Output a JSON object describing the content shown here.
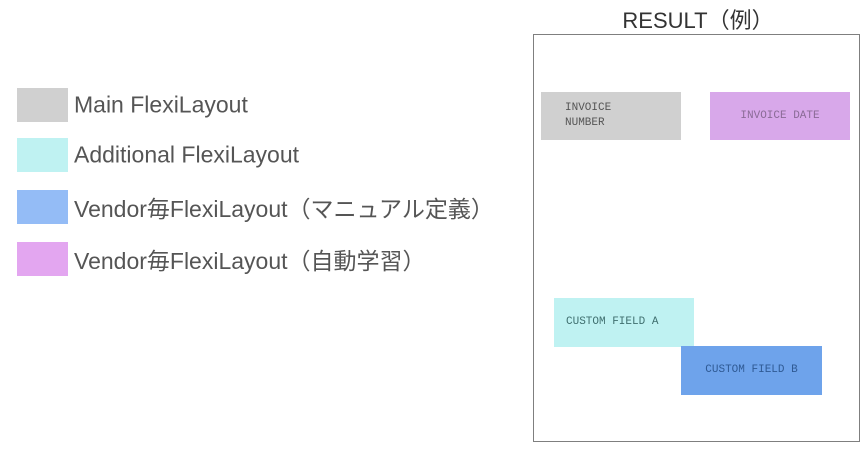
{
  "legend": {
    "items": [
      {
        "label": "Main FlexiLayout",
        "color": "#d0d0d0"
      },
      {
        "label": "Additional FlexiLayout",
        "color": "#bff2f2"
      },
      {
        "label": "Vendor毎FlexiLayout（マニュアル定義）",
        "color": "#94bcf6"
      },
      {
        "label": "Vendor毎FlexiLayout（自動学習）",
        "color": "#e3a6f0"
      }
    ]
  },
  "result": {
    "title": "RESULT（例）",
    "fields": {
      "invoice_number": {
        "line1": "INVOICE",
        "line2": "NUMBER",
        "color": "#d0d0d0",
        "text_color": "#555555"
      },
      "invoice_date": {
        "label": "INVOICE DATE",
        "color": "#d8a8ea",
        "text_color": "#8a6b96"
      },
      "custom_field_a": {
        "label": "CUSTOM FIELD A",
        "color": "#bff2f2",
        "text_color": "#3f6f6f"
      },
      "custom_field_b": {
        "label": "CUSTOM FIELD B",
        "color": "#6ea3eb",
        "text_color": "#2f5a94"
      }
    }
  }
}
